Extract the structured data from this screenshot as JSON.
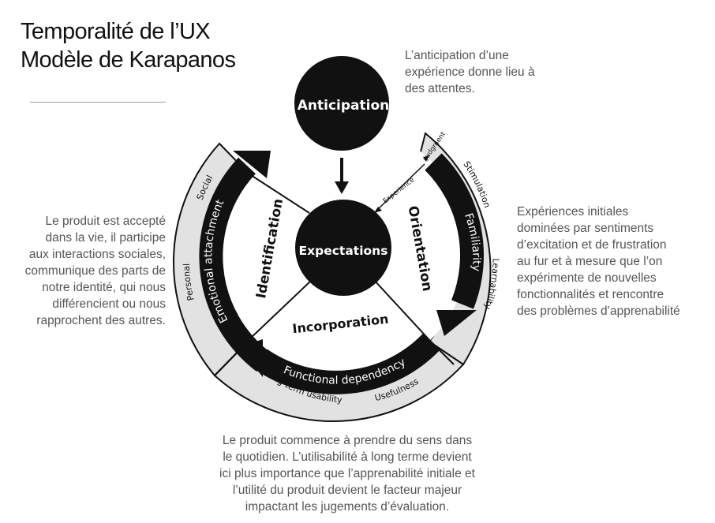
{
  "title": {
    "line1": "Temporalité de l’UX",
    "line2": "Modèle de Karapanos"
  },
  "captions": {
    "anticipation": [
      "L’anticipation d’une",
      "expérience donne lieu à",
      "des attentes."
    ],
    "identification": [
      "Le produit est accepté",
      "dans la vie, il participe",
      "aux interactions sociales,",
      "communique des parts de",
      "notre identité, qui nous",
      "différencient ou nous",
      "rapprochent des autres."
    ],
    "orientation": [
      "Expériences initiales",
      "dominées par sentiments",
      "d’excitation et de frustration",
      "au fur et à mesure que l’on",
      "expérimente de nouvelles",
      "fonctionnalités et rencontre",
      "des problèmes d’apprenabilité"
    ],
    "incorporation": [
      "Le produit commence à prendre du sens dans",
      "le quotidien. L’utilisabilité à long terme devient",
      "ici plus importance que l’apprenabilité initiale et",
      "l’utilité du produit devient le facteur majeur",
      "impactant les jugements d’évaluation."
    ]
  },
  "diagram": {
    "anticipation": "Anticipation",
    "expectations": "Expectations",
    "identification": "Identification",
    "orientation": "Orientation",
    "incorporation": "Incorporation",
    "emotional_attachment": "Emotional attachment",
    "familiarity": "Familiarity",
    "functional_dependency": "Functional dependency",
    "social": "Social",
    "personal": "Personal",
    "stimulation": "Stimulation",
    "learnability": "Learnability",
    "long_term_usability": "Long-term usability",
    "usefulness": "Usefulness",
    "experience": "Experience",
    "judgment": "Judgment"
  },
  "colors": {
    "black": "#111111",
    "band": "#e2e2e2",
    "caption": "#555555"
  }
}
